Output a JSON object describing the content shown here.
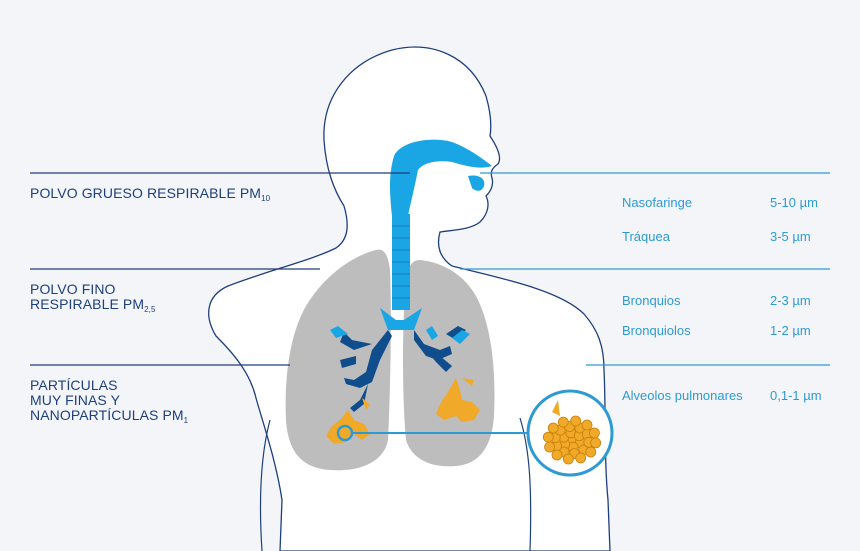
{
  "left_labels": [
    {
      "line1": "POLVO GRUESO RESPIRABLE PM",
      "sub": "10"
    },
    {
      "line1": "POLVO FINO",
      "line2": "RESPIRABLE PM",
      "sub": "2,5"
    },
    {
      "line1": "PARTÍCULAS",
      "line2": "MUY FINAS Y",
      "line3": "NANOPARTÍCULAS PM",
      "sub": "1"
    }
  ],
  "rows": [
    {
      "name": "Nasofaringe",
      "value": "5-10 µm"
    },
    {
      "name": "Tráquea",
      "value": "3-5 µm"
    },
    {
      "name": "Bronquios",
      "value": "2-3 µm"
    },
    {
      "name": "Bronquiolos",
      "value": "1-2 µm"
    },
    {
      "name": "Alveolos pulmonares",
      "value": "0,1-1 µm"
    }
  ],
  "colors": {
    "dark_line": "#1d3f7d",
    "light_line": "#2e9ad4",
    "airway": "#1aa6e4",
    "bronchi": "#0f4d8c",
    "alveoli": "#f0a928",
    "lungs": "#bdbdbd",
    "body_fill": "#ffffff",
    "body_outline": "#1d3f7d"
  },
  "icons": [
    "magnifier-circle-icon"
  ]
}
